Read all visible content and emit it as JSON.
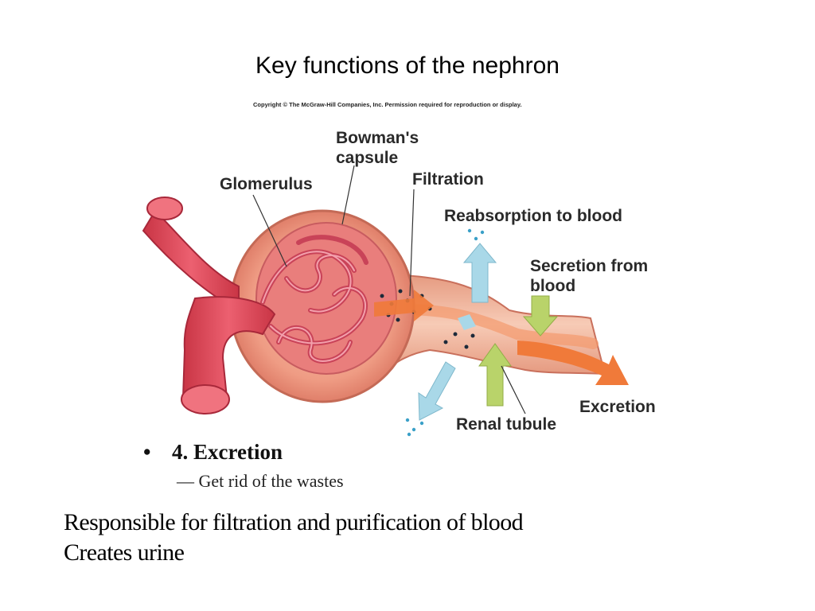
{
  "slide": {
    "title": "Key functions of the nephron",
    "copyright": "Copyright © The McGraw-Hill Companies, Inc. Permission required for reproduction or display."
  },
  "diagram": {
    "labels": {
      "bowmans_capsule_line1": "Bowman's",
      "bowmans_capsule_line2": "capsule",
      "glomerulus": "Glomerulus",
      "filtration": "Filtration",
      "reabsorption": "Reabsorption to blood",
      "secretion_line1": "Secretion from",
      "secretion_line2": "blood",
      "excretion": "Excretion",
      "renal_tubule": "Renal tubule"
    },
    "colors": {
      "vessel": "#e04a58",
      "capsule": "#f2a48c",
      "tubule": "#f0b59c",
      "reabsorption_arrow": "#a9d8e8",
      "secretion_arrow": "#b9d36a",
      "excretion_arrow": "#f07a3a"
    }
  },
  "bullet": {
    "symbol": "•",
    "heading": "4. Excretion",
    "sub": "— Get rid of the wastes"
  },
  "body": {
    "line1": "Responsible for filtration and purification of blood",
    "line2": "Creates urine"
  }
}
